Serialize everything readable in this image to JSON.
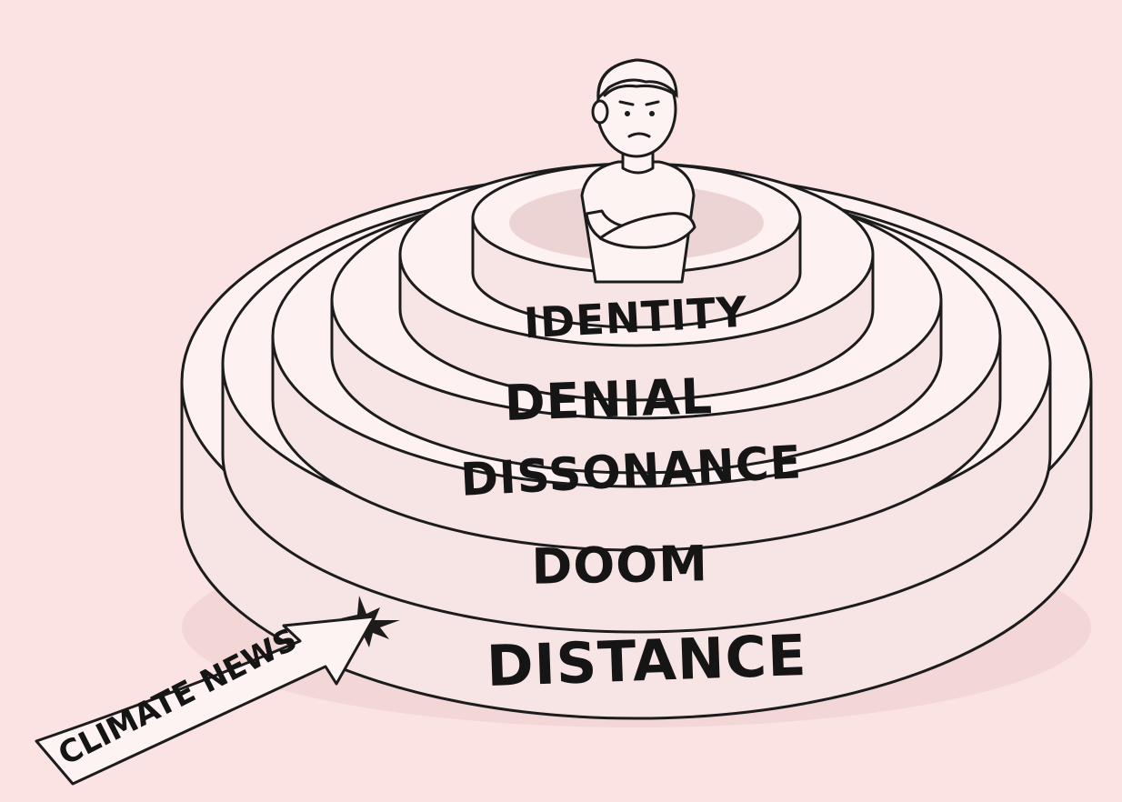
{
  "layers": [
    {
      "key": "distance",
      "label": "DISTANCE"
    },
    {
      "key": "doom",
      "label": "DOOM"
    },
    {
      "key": "dissonance",
      "label": "DISSONANCE"
    },
    {
      "key": "denial",
      "label": "DENIAL"
    },
    {
      "key": "identity",
      "label": "IDENTITY"
    }
  ],
  "arrow": {
    "label": "CLIMATE NEWS"
  },
  "colors": {
    "background": "#fbe3e3",
    "ink": "#1c1c1c",
    "paper": "#fdf1f1"
  },
  "icons": {
    "person": "person-arms-crossed-icon",
    "crack": "impact-crack-icon"
  }
}
